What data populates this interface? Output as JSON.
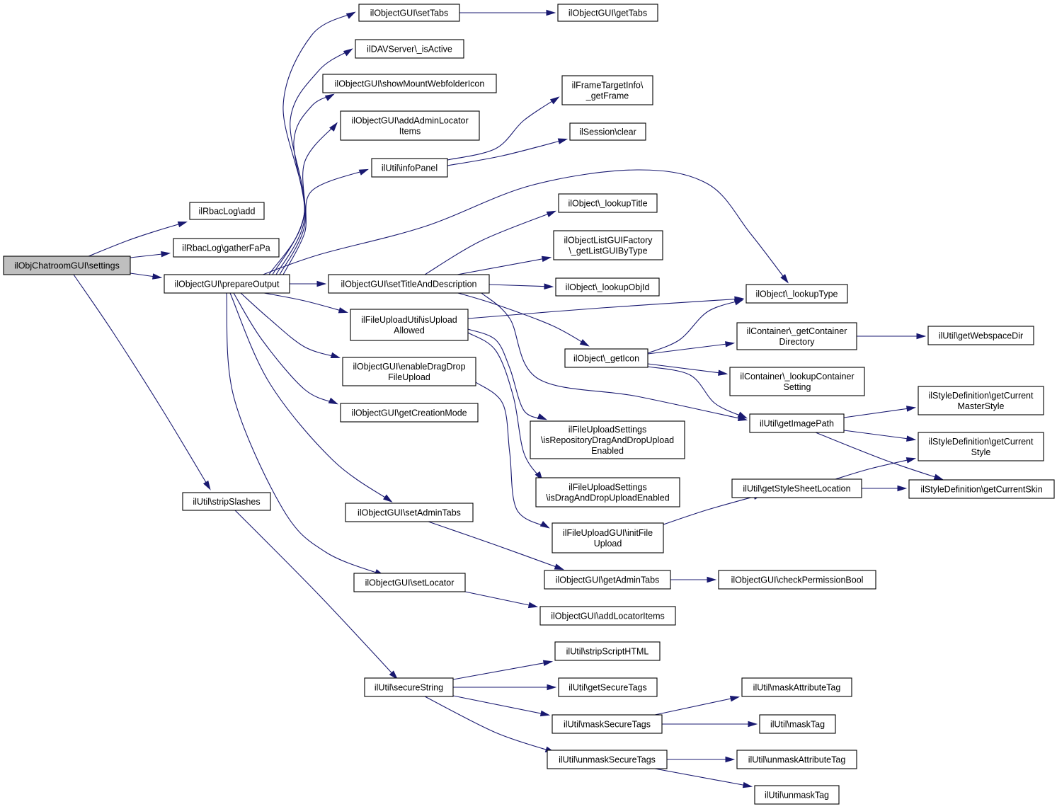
{
  "graph": {
    "root": "settings",
    "colors": {
      "edge": "#191970",
      "root_fill": "#bfbfbf",
      "node_fill": "#ffffff",
      "node_border": "#000000"
    },
    "nodes": [
      {
        "id": "settings",
        "lines": [
          "ilObjChatroomGUI\\settings"
        ]
      },
      {
        "id": "rbac_add",
        "lines": [
          "ilRbacLog\\add"
        ]
      },
      {
        "id": "rbac_gather",
        "lines": [
          "ilRbacLog\\gatherFaPa"
        ]
      },
      {
        "id": "prepare",
        "lines": [
          "ilObjectGUI\\prepareOutput"
        ]
      },
      {
        "id": "strip_slashes",
        "lines": [
          "ilUtil\\stripSlashes"
        ]
      },
      {
        "id": "set_tabs",
        "lines": [
          "ilObjectGUI\\setTabs"
        ]
      },
      {
        "id": "get_tabs",
        "lines": [
          "ilObjectGUI\\getTabs"
        ]
      },
      {
        "id": "dav_active",
        "lines": [
          "ilDAVServer\\_isActive"
        ]
      },
      {
        "id": "show_mount",
        "lines": [
          "ilObjectGUI\\showMountWebfolderIcon"
        ]
      },
      {
        "id": "add_admin_loc",
        "lines": [
          "ilObjectGUI\\addAdminLocator",
          "Items"
        ]
      },
      {
        "id": "info_panel",
        "lines": [
          "ilUtil\\infoPanel"
        ]
      },
      {
        "id": "get_frame",
        "lines": [
          "ilFrameTargetInfo\\",
          "_getFrame"
        ]
      },
      {
        "id": "session_clear",
        "lines": [
          "ilSession\\clear"
        ]
      },
      {
        "id": "lookup_title",
        "lines": [
          "ilObject\\_lookupTitle"
        ]
      },
      {
        "id": "list_gui_factory",
        "lines": [
          "ilObjectListGUIFactory",
          "\\_getListGUIByType"
        ]
      },
      {
        "id": "set_title_desc",
        "lines": [
          "ilObjectGUI\\setTitleAndDescription"
        ]
      },
      {
        "id": "lookup_objid",
        "lines": [
          "ilObject\\_lookupObjId"
        ]
      },
      {
        "id": "lookup_type",
        "lines": [
          "ilObject\\_lookupType"
        ]
      },
      {
        "id": "is_upload_allowed",
        "lines": [
          "ilFileUploadUtil\\isUpload",
          "Allowed"
        ]
      },
      {
        "id": "get_icon",
        "lines": [
          "ilObject\\_getIcon"
        ]
      },
      {
        "id": "get_container_dir",
        "lines": [
          "ilContainer\\_getContainer",
          "Directory"
        ]
      },
      {
        "id": "get_webspace_dir",
        "lines": [
          "ilUtil\\getWebspaceDir"
        ]
      },
      {
        "id": "enable_dnd",
        "lines": [
          "ilObjectGUI\\enableDragDrop",
          "FileUpload"
        ]
      },
      {
        "id": "lookup_container_setting",
        "lines": [
          "ilContainer\\_lookupContainer",
          "Setting"
        ]
      },
      {
        "id": "get_creation_mode",
        "lines": [
          "ilObjectGUI\\getCreationMode"
        ]
      },
      {
        "id": "get_image_path",
        "lines": [
          "ilUtil\\getImagePath"
        ]
      },
      {
        "id": "current_master_style",
        "lines": [
          "ilStyleDefinition\\getCurrent",
          "MasterStyle"
        ]
      },
      {
        "id": "repo_dnd_enabled",
        "lines": [
          "ilFileUploadSettings",
          "\\isRepositoryDragAndDropUpload",
          "Enabled"
        ]
      },
      {
        "id": "current_style",
        "lines": [
          "ilStyleDefinition\\getCurrent",
          "Style"
        ]
      },
      {
        "id": "dnd_enabled",
        "lines": [
          "ilFileUploadSettings",
          "\\isDragAndDropUploadEnabled"
        ]
      },
      {
        "id": "stylesheet_loc",
        "lines": [
          "ilUtil\\getStyleSheetLocation"
        ]
      },
      {
        "id": "current_skin",
        "lines": [
          "ilStyleDefinition\\getCurrentSkin"
        ]
      },
      {
        "id": "set_admin_tabs",
        "lines": [
          "ilObjectGUI\\setAdminTabs"
        ]
      },
      {
        "id": "init_file_upload",
        "lines": [
          "ilFileUploadGUI\\initFile",
          "Upload"
        ]
      },
      {
        "id": "get_admin_tabs",
        "lines": [
          "ilObjectGUI\\getAdminTabs"
        ]
      },
      {
        "id": "check_perm",
        "lines": [
          "ilObjectGUI\\checkPermissionBool"
        ]
      },
      {
        "id": "set_locator",
        "lines": [
          "ilObjectGUI\\setLocator"
        ]
      },
      {
        "id": "add_locator_items",
        "lines": [
          "ilObjectGUI\\addLocatorItems"
        ]
      },
      {
        "id": "strip_script",
        "lines": [
          "ilUtil\\stripScriptHTML"
        ]
      },
      {
        "id": "secure_string",
        "lines": [
          "ilUtil\\secureString"
        ]
      },
      {
        "id": "get_secure_tags",
        "lines": [
          "ilUtil\\getSecureTags"
        ]
      },
      {
        "id": "mask_attr_tag",
        "lines": [
          "ilUtil\\maskAttributeTag"
        ]
      },
      {
        "id": "mask_secure_tags",
        "lines": [
          "ilUtil\\maskSecureTags"
        ]
      },
      {
        "id": "mask_tag",
        "lines": [
          "ilUtil\\maskTag"
        ]
      },
      {
        "id": "unmask_secure_tags",
        "lines": [
          "ilUtil\\unmaskSecureTags"
        ]
      },
      {
        "id": "unmask_attr_tag",
        "lines": [
          "ilUtil\\unmaskAttributeTag"
        ]
      },
      {
        "id": "unmask_tag",
        "lines": [
          "ilUtil\\unmaskTag"
        ]
      }
    ],
    "edges": [
      [
        "settings",
        "rbac_add"
      ],
      [
        "settings",
        "rbac_gather"
      ],
      [
        "settings",
        "prepare"
      ],
      [
        "settings",
        "strip_slashes"
      ],
      [
        "prepare",
        "set_tabs"
      ],
      [
        "prepare",
        "dav_active"
      ],
      [
        "prepare",
        "show_mount"
      ],
      [
        "prepare",
        "add_admin_loc"
      ],
      [
        "prepare",
        "info_panel"
      ],
      [
        "prepare",
        "lookup_type"
      ],
      [
        "prepare",
        "set_title_desc"
      ],
      [
        "prepare",
        "is_upload_allowed"
      ],
      [
        "prepare",
        "enable_dnd"
      ],
      [
        "prepare",
        "get_creation_mode"
      ],
      [
        "prepare",
        "set_admin_tabs"
      ],
      [
        "prepare",
        "set_locator"
      ],
      [
        "set_tabs",
        "get_tabs"
      ],
      [
        "info_panel",
        "get_frame"
      ],
      [
        "info_panel",
        "session_clear"
      ],
      [
        "set_title_desc",
        "lookup_title"
      ],
      [
        "set_title_desc",
        "list_gui_factory"
      ],
      [
        "set_title_desc",
        "lookup_objid"
      ],
      [
        "set_title_desc",
        "get_icon"
      ],
      [
        "set_title_desc",
        "get_image_path"
      ],
      [
        "is_upload_allowed",
        "lookup_type"
      ],
      [
        "is_upload_allowed",
        "repo_dnd_enabled"
      ],
      [
        "is_upload_allowed",
        "dnd_enabled"
      ],
      [
        "get_icon",
        "lookup_type"
      ],
      [
        "get_icon",
        "get_container_dir"
      ],
      [
        "get_icon",
        "lookup_container_setting"
      ],
      [
        "get_icon",
        "get_image_path"
      ],
      [
        "get_container_dir",
        "get_webspace_dir"
      ],
      [
        "get_image_path",
        "current_master_style"
      ],
      [
        "get_image_path",
        "current_style"
      ],
      [
        "get_image_path",
        "current_skin"
      ],
      [
        "enable_dnd",
        "init_file_upload"
      ],
      [
        "init_file_upload",
        "stylesheet_loc"
      ],
      [
        "stylesheet_loc",
        "current_style"
      ],
      [
        "stylesheet_loc",
        "current_skin"
      ],
      [
        "set_admin_tabs",
        "get_admin_tabs"
      ],
      [
        "get_admin_tabs",
        "check_perm"
      ],
      [
        "set_locator",
        "add_locator_items"
      ],
      [
        "strip_slashes",
        "secure_string"
      ],
      [
        "secure_string",
        "strip_script"
      ],
      [
        "secure_string",
        "get_secure_tags"
      ],
      [
        "secure_string",
        "mask_secure_tags"
      ],
      [
        "secure_string",
        "unmask_secure_tags"
      ],
      [
        "mask_secure_tags",
        "mask_attr_tag"
      ],
      [
        "mask_secure_tags",
        "mask_tag"
      ],
      [
        "unmask_secure_tags",
        "unmask_attr_tag"
      ],
      [
        "unmask_secure_tags",
        "unmask_tag"
      ]
    ]
  }
}
